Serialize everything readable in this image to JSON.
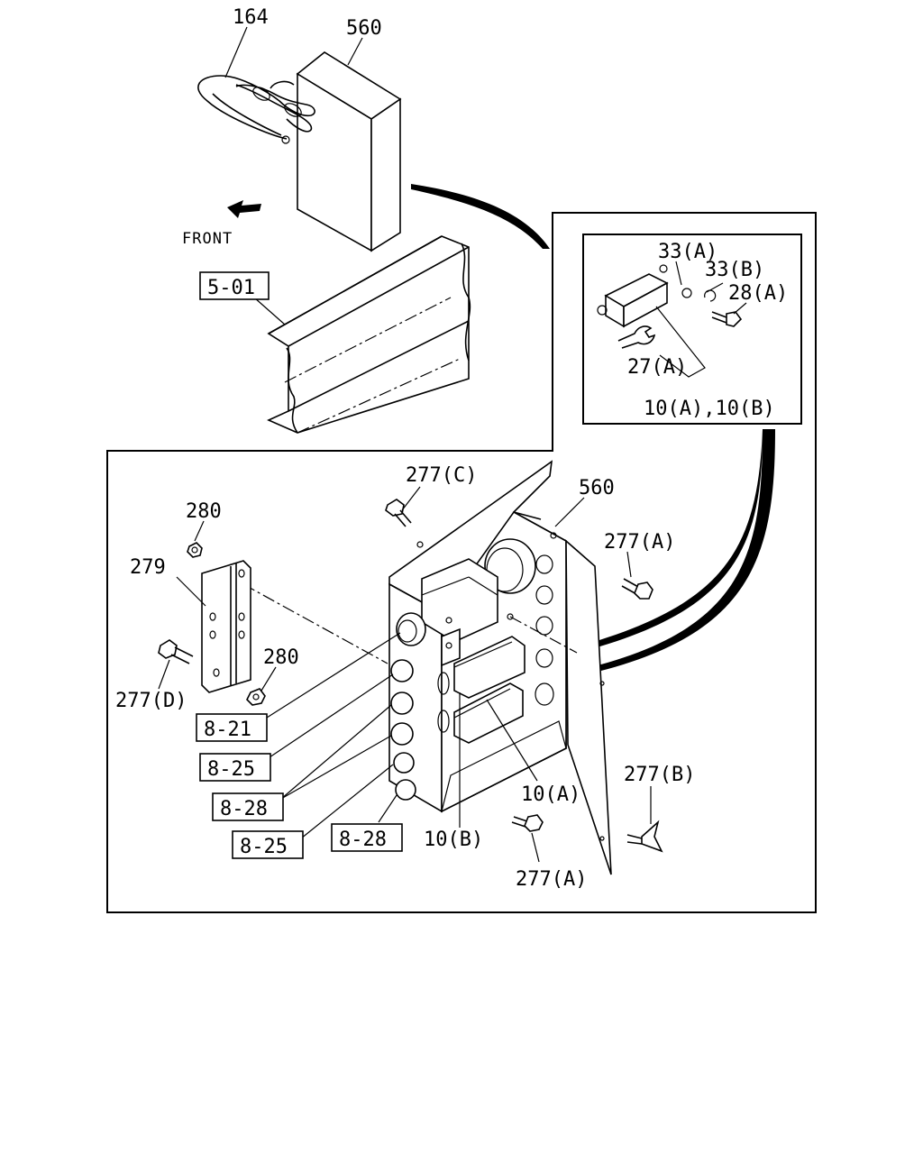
{
  "diagram": {
    "front_label": "FRONT",
    "top_part_labels": {
      "harness": "164",
      "box": "560"
    },
    "frame_ref": "5-01",
    "detail_labels": {
      "washer": "33(A)",
      "clip": "33(B)",
      "bolt": "28(A)",
      "bracket": "27(A)",
      "relay": "10(A),10(B)"
    },
    "main_labels": {
      "bolt_c": "277(C)",
      "box": "560",
      "nut_upper": "280",
      "bracket": "279",
      "bolt_a_right": "277(A)",
      "nut_lower": "280",
      "bolt_d": "277(D)",
      "wing_bolt": "277(B)",
      "relay_a": "10(A)",
      "relay_b": "10(B)",
      "bolt_a_bottom": "277(A)"
    },
    "ref_boxes": {
      "r1": "8-21",
      "r2": "8-25",
      "r3": "8-28",
      "r4": "8-25",
      "r5": "8-28"
    }
  }
}
